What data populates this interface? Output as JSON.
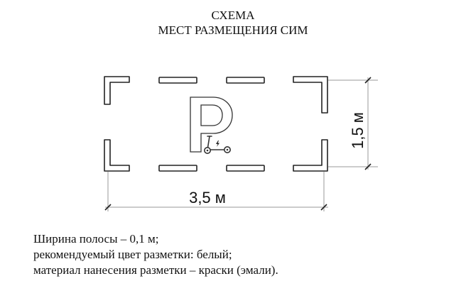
{
  "title": {
    "line1": "СХЕМА",
    "line2": "МЕСТ РАЗМЕЩЕНИЯ СИМ"
  },
  "scheme": {
    "parking_symbol": "P",
    "icons": [
      "parking-p-icon",
      "electric-scooter-icon",
      "lightning-icon"
    ],
    "width_label": "3,5 м",
    "height_label": "1,5 м",
    "marking_color": "#ffffff",
    "stroke_color": "#222222"
  },
  "notes": {
    "line1": "Ширина полосы – 0,1 м;",
    "line2": "рекомендуемый цвет разметки: белый;",
    "line3": "материал нанесения разметки – краски (эмали)."
  }
}
